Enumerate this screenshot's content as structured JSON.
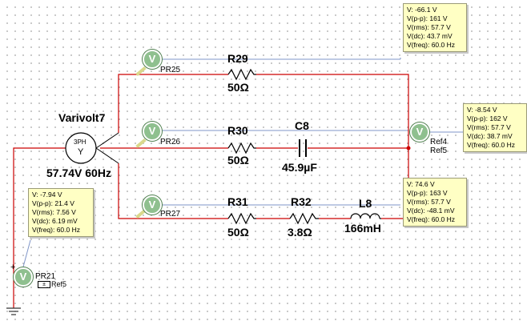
{
  "source": {
    "name": "Varivolt7",
    "phase_label": "3PH",
    "connection": "Y",
    "rating": "57.74V 60Hz"
  },
  "components": {
    "r29": {
      "ref": "R29",
      "value": "50Ω"
    },
    "r30": {
      "ref": "R30",
      "value": "50Ω"
    },
    "r31": {
      "ref": "R31",
      "value": "50Ω"
    },
    "r32": {
      "ref": "R32",
      "value": "3.8Ω"
    },
    "c8": {
      "ref": "C8",
      "value": "45.9µF"
    },
    "l8": {
      "ref": "L8",
      "value": "166mH"
    }
  },
  "probes": {
    "pr25": {
      "label": "PR25",
      "icon": "V",
      "readout": {
        "v": "V: -66.1 V",
        "vpp": "V(p-p): 161 V",
        "vrms": "V(rms): 57.7 V",
        "vdc": "V(dc): 43.7 mV",
        "vfreq": "V(freq): 60.0 Hz"
      }
    },
    "pr26": {
      "label": "PR26",
      "icon": "V",
      "readout": {
        "v": "V: -8.54 V",
        "vpp": "V(p-p): 162 V",
        "vrms": "V(rms): 57.7 V",
        "vdc": "V(dc): 38.7 mV",
        "vfreq": "V(freq): 60.0 Hz"
      }
    },
    "pr27": {
      "label": "PR27",
      "icon": "V",
      "readout": {
        "v": "V: 74.6 V",
        "vpp": "V(p-p): 163 V",
        "vrms": "V(rms): 57.7 V",
        "vdc": "V(dc): -48.1 mV",
        "vfreq": "V(freq): 60.0 Hz"
      }
    },
    "pr21": {
      "label": "PR21",
      "icon": "V",
      "ref_label": "Ref5",
      "readout": {
        "v": "V: -7.94 V",
        "vpp": "V(p-p): 21.4 V",
        "vrms": "V(rms): 7.56 V",
        "vdc": "V(dc): 6.19 mV",
        "vfreq": "V(freq): 60.0 Hz"
      }
    },
    "ref4": {
      "label": "Ref4",
      "sublabel": "Ref5",
      "icon": "V"
    }
  },
  "colors": {
    "wire": "#cc0000",
    "probe_line": "#7f95c8",
    "ground": "#333333",
    "tooltip_bg": "#ffffc4",
    "probe_green": "#8fc08f"
  }
}
